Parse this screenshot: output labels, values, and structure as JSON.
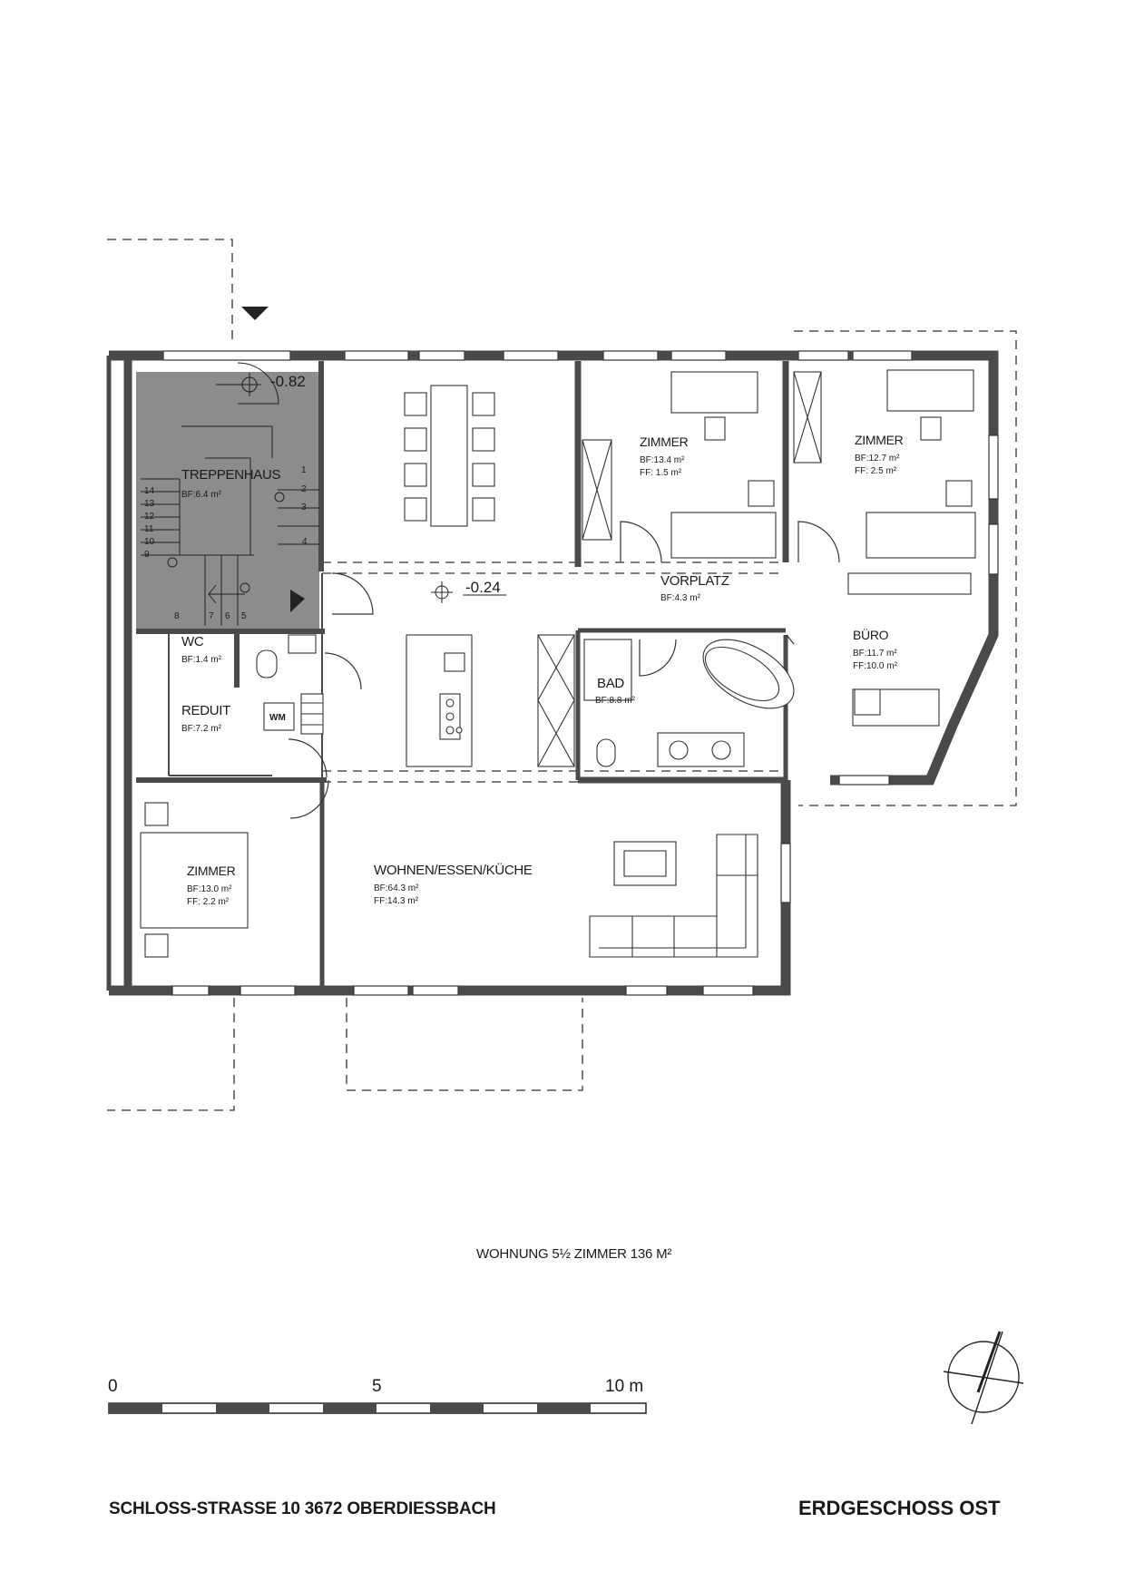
{
  "rooms": {
    "treppenhaus": {
      "name": "TREPPENHAUS",
      "bf": "BF:6.4 m²"
    },
    "zimmer_nw": {
      "name": "ZIMMER",
      "bf": "BF:13.4 m²",
      "ff": "FF:  1.5 m²"
    },
    "zimmer_ne": {
      "name": "ZIMMER",
      "bf": "BF:12.7 m²",
      "ff": "FF:  2.5 m²"
    },
    "vorplatz": {
      "name": "VORPLATZ",
      "bf": "BF:4.3 m²"
    },
    "wc": {
      "name": "WC",
      "bf": "BF:1.4 m²"
    },
    "buero": {
      "name": "BÜRO",
      "bf": "BF:11.7 m²",
      "ff": "FF:10.0 m²"
    },
    "bad": {
      "name": "BAD",
      "bf": "BF:8.8 m²"
    },
    "reduit": {
      "name": "REDUIT",
      "bf": "BF:7.2 m²"
    },
    "zimmer_sw": {
      "name": "ZIMMER",
      "bf": "BF:13.0 m²",
      "ff": "FF:  2.2 m²"
    },
    "wohnen": {
      "name": "WOHNEN/ESSEN/KÜCHE",
      "bf": "BF:64.3 m²",
      "ff": "FF:14.3 m²"
    }
  },
  "levels": {
    "stair": "-0.82",
    "hall": "-0.24"
  },
  "appliance": "WM",
  "stair_steps": [
    "1",
    "2",
    "3",
    "4",
    "5",
    "6",
    "7",
    "8",
    "9",
    "10",
    "11",
    "12",
    "13",
    "14"
  ],
  "summary": "WOHNUNG 5½ ZIMMER  136 M²",
  "scale": {
    "t0": "0",
    "t5": "5",
    "t10": "10 m"
  },
  "address": "SCHLOSS-STRASSE 10   3672 OBERDIESSBACH",
  "floor_title": "ERDGESCHOSS OST",
  "icons": {
    "north": "compass-north-icon",
    "entry": "entry-triangle-icon"
  },
  "colors": {
    "wall": "#4a4a4a",
    "stair_fill": "#8c8c8c",
    "line": "#222222"
  }
}
